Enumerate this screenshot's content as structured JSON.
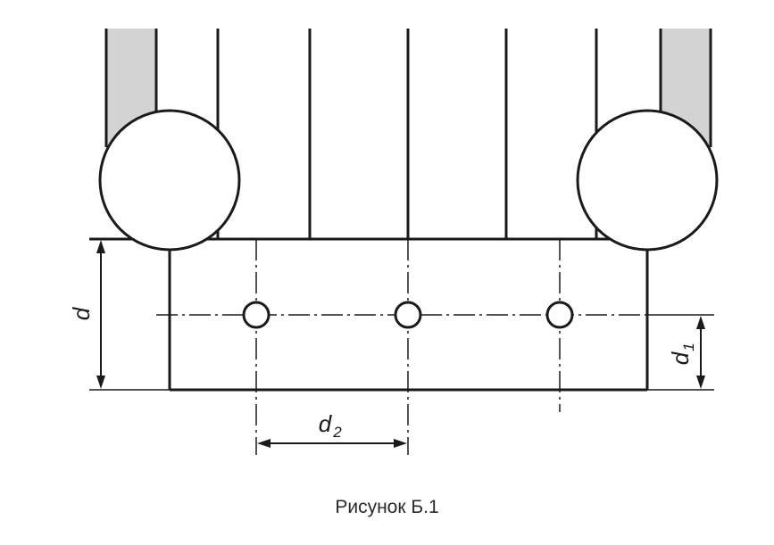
{
  "labels": {
    "d": "d",
    "d1_base": "d",
    "d1_sub": "1",
    "d2_base": "d",
    "d2_sub": "2"
  },
  "caption": "Рисунок Б.1",
  "colors": {
    "line": "#1a1a1a",
    "shade": "#d3d3d3",
    "background": "#ffffff"
  }
}
